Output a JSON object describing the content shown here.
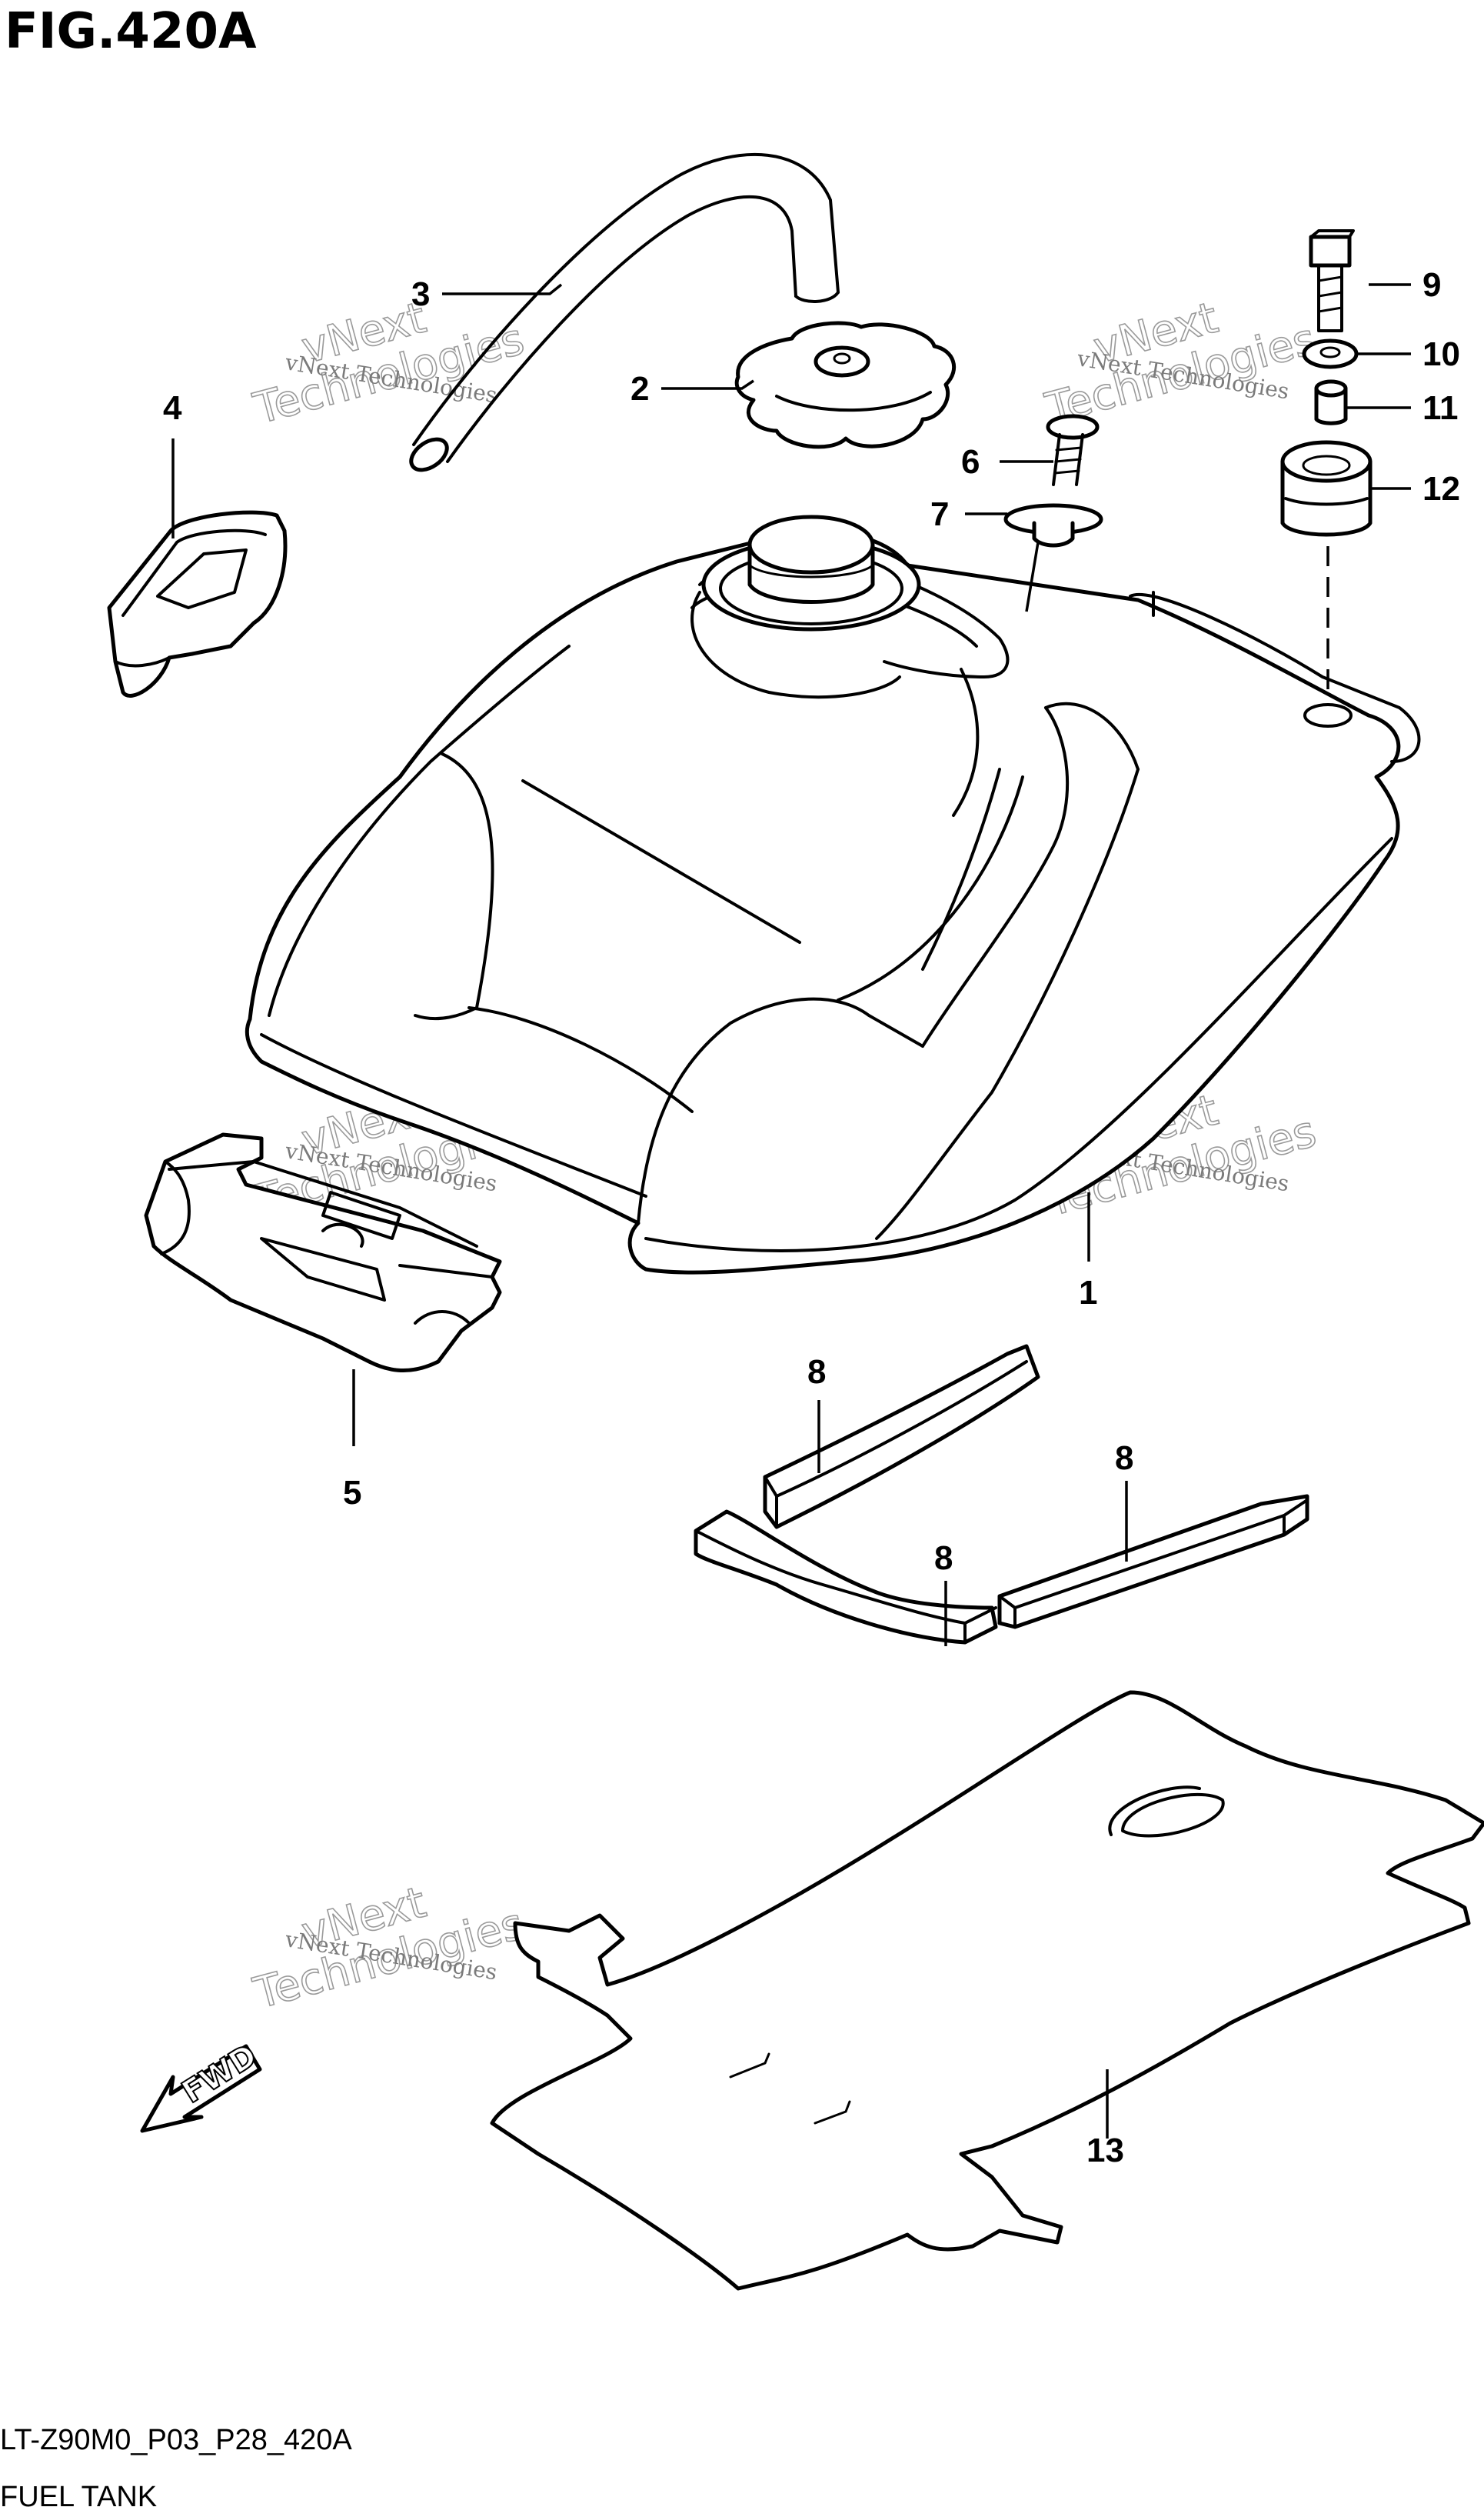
{
  "figure": {
    "title": "FIG.420A",
    "code": "LT-Z90M0_P03_P28_420A",
    "name": "FUEL TANK"
  },
  "fwd_label": "FWD",
  "watermark": {
    "line1": "vNext Technologies",
    "line2": "vNext",
    "line3": "Technologies"
  },
  "callouts": {
    "c1": "1",
    "c2": "2",
    "c3": "3",
    "c4": "4",
    "c5": "5",
    "c6": "6",
    "c7": "7",
    "c8a": "8",
    "c8b": "8",
    "c8c": "8",
    "c9": "9",
    "c10": "10",
    "c11": "11",
    "c12": "12",
    "c13": "13"
  }
}
